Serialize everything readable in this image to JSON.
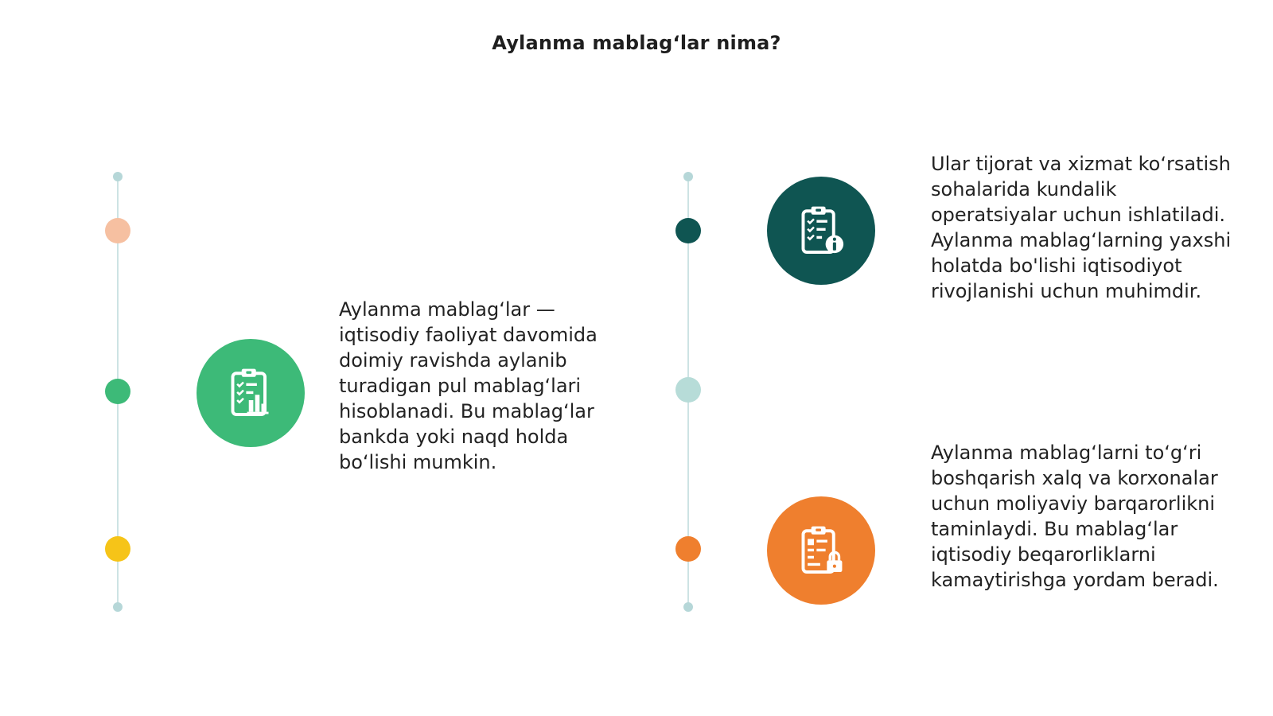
{
  "title": "Aylanma mablag‘lar nima?",
  "colors": {
    "green": "#3dba78",
    "teal_dark": "#0f5552",
    "orange": "#ef7f2e",
    "yellow": "#f6c418",
    "peach": "#f6c0a1",
    "mint": "#b7dcd8",
    "line": "#cde3e4"
  },
  "timeline_left": {
    "dots": [
      "peach",
      "green",
      "yellow"
    ],
    "item": {
      "icon": "clipboard-chart-icon",
      "text": "Aylanma mablag‘lar — iqtisodiy faoliyat davomida doimiy ravishda aylanib turadigan pul mablag‘lari hisoblanadi. Bu mablag‘lar bankda yoki naqd holda bo‘lishi mumkin."
    }
  },
  "timeline_right": {
    "dots": [
      "teal_dark",
      "mint",
      "orange"
    ],
    "items": [
      {
        "icon": "clipboard-info-icon",
        "text": "Ular tijorat va xizmat ko‘rsatish sohalarida kundalik operatsiyalar uchun ishlatiladi. Aylanma mablag‘larning yaxshi holatda bo'lishi iqtisodiyot rivojlanishi uchun muhimdir."
      },
      {
        "icon": "clipboard-lock-icon",
        "text": "Aylanma mablag‘larni to‘g‘ri boshqarish xalq va korxonalar uchun moliyaviy barqarorlikni taminlaydi. Bu mablag‘lar iqtisodiy beqarorliklarni kamaytirishga yordam beradi."
      }
    ]
  }
}
